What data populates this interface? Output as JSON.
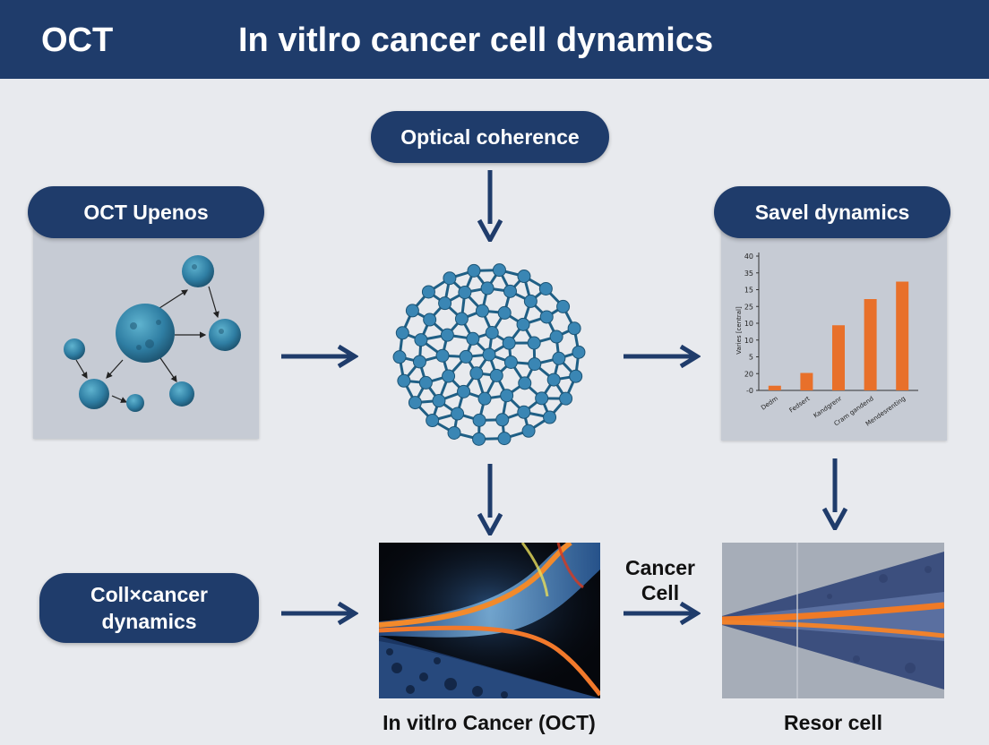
{
  "header": {
    "abbr": "OCT",
    "title": "In vitlro cancer cell dynamics"
  },
  "nodes": {
    "optical": "Optical coherence",
    "upenos": "OCT Upenos",
    "savel": "Savel dynamics",
    "coll_line1": "Coll×cancer",
    "coll_line2": "dynamics"
  },
  "labels": {
    "cancer_cell_line1": "Cancer",
    "cancer_cell_line2": "Cell",
    "in_vitro_caption": "In vitlro Cancer (OCT)",
    "resor_caption": "Resor cell"
  },
  "colors": {
    "navy": "#1f3c6b",
    "background": "#e8eaee",
    "bar": "#e8702a",
    "cell": "#2f7ea3"
  },
  "chart_data": {
    "type": "bar",
    "categories": [
      "Dedm",
      "Fedsert",
      "Kandgrenr",
      "Cram gandend",
      "Mendesrenting"
    ],
    "values": [
      0.7,
      2.6,
      9.7,
      13.6,
      16.2
    ],
    "ylabel": "Varies [central]",
    "ytick_labels": [
      "-0",
      "20",
      "5",
      "10",
      "10",
      "25",
      "15",
      "35",
      "40"
    ],
    "ylim": [
      0,
      20
    ],
    "grid": false
  }
}
